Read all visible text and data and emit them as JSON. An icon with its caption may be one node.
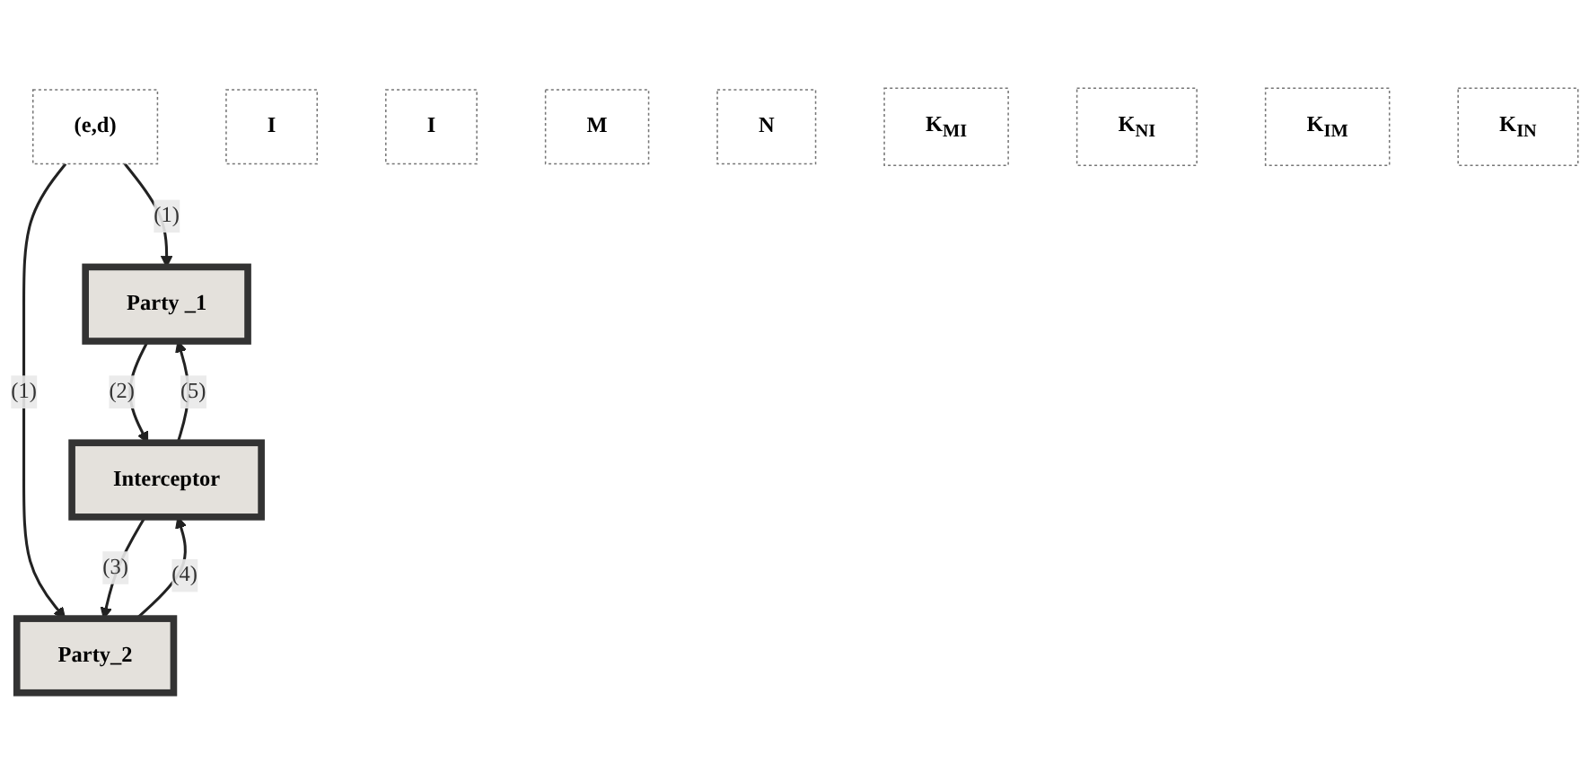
{
  "diagram": {
    "nodes": [
      {
        "text": [
          "(e,d)"
        ]
      },
      {
        "text": [
          "I"
        ]
      },
      {
        "text": [
          "I"
        ]
      },
      {
        "text": [
          "Party _1"
        ]
      },
      {
        "text": [
          "Party_2"
        ]
      },
      {
        "text": [
          "M"
        ]
      },
      {
        "text": [
          "N"
        ]
      },
      {
        "text": [
          "K$_{MI}$"
        ]
      },
      {
        "text": [
          "K$_{NI}$"
        ]
      },
      {
        "text": [
          "Interceptor"
        ]
      },
      {
        "text": [
          "K$_{IM}$"
        ]
      },
      {
        "text": [
          "K$_{IN}$"
        ]
      }
    ],
    "edges": [
      {
        "from": 0,
        "to": 3,
        "arrow": "to",
        "label": "(1)"
      },
      {
        "from": 0,
        "to": 4,
        "arrow": "to",
        "label": "(1)"
      },
      {
        "from": 3,
        "to": 9,
        "arrow": "to",
        "label": "(2)"
      },
      {
        "from": 9,
        "to": 4,
        "arrow": "to",
        "label": "(3)"
      },
      {
        "from": 4,
        "to": 9,
        "arrow": "to",
        "label": "(4)"
      },
      {
        "from": 9,
        "to": 3,
        "arrow": "to",
        "label": "(5)"
      }
    ]
  }
}
